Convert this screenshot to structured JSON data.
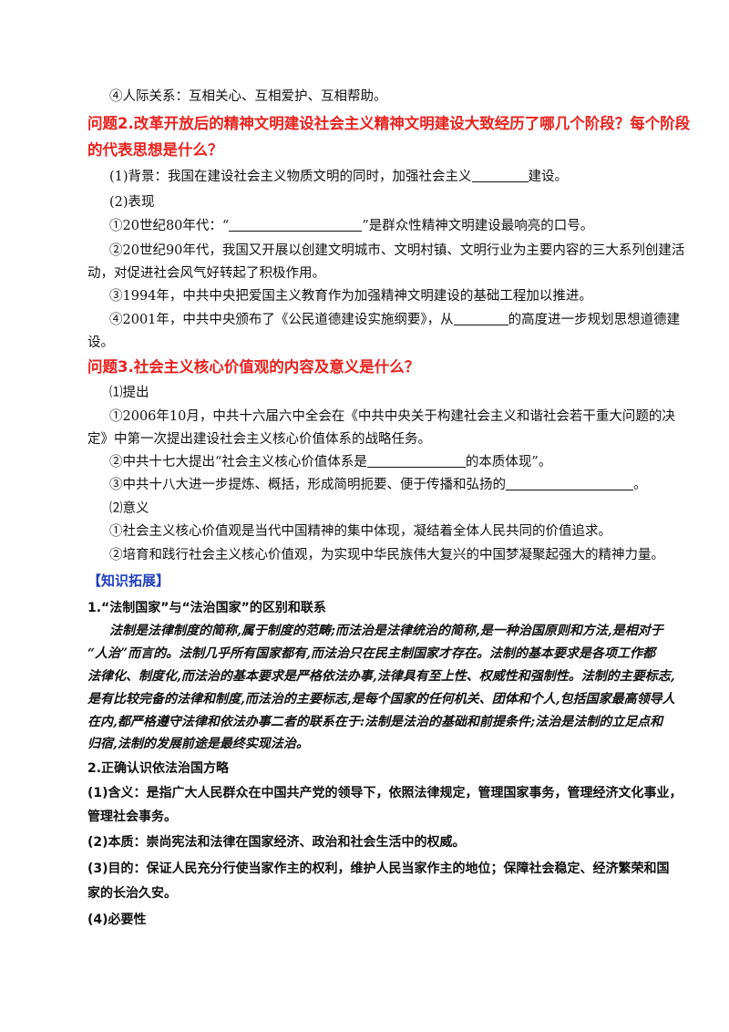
{
  "l1": "④人际关系：互相关心、互相爱护、互相帮助。",
  "q2a": "问题2.改革开放后的精神文明建设社会主义精神文明建设大致经历了哪几个阶段？每个阶段",
  "q2b": "的代表思想是什么？",
  "bg_a": "(1)背景：我国在建设社会主义物质文明的同时，加强社会主义",
  "bg_b": "建设。",
  "bx": "(2)表现",
  "s80_a": "①20世纪80年代：“",
  "s80_b": "”是群众性精神文明建设最响亮的口号。",
  "s90a": "②20世纪90年代，我国又开展以创建文明城市、文明村镇、文明行业为主要内容的三大系列创建活",
  "s90b": "动，对促进社会风气好转起了积极作用。",
  "s94": "③1994年，中共中央把爱国主义教育作为加强精神文明建设的基础工程加以推进。",
  "s01_a": "④2001年，中共中央颁布了《公民道德建设实施纲要》，从",
  "s01_b": "的高度进一步规划思想道德建",
  "s01c": "设。",
  "q3": "问题3.社会主义核心价值观的内容及意义是什么？",
  "tc": "⑴提出",
  "t06a": "①2006年10月，中共十六届六中全会在《中共中央关于构建社会主义和谐社会若干重大问题的决",
  "t06b": "定》中第一次提出建设社会主义核心价值体系的战略任务。",
  "t17_a": "②中共十七大提出“社会主义核心价值体系是",
  "t17_b": "的本质体现”。",
  "t18_a": "③中共十八大进一步提炼、概括，形成简明扼要、便于传播和弘扬的",
  "t18_b": "。",
  "yy": "⑵意义",
  "yy1": "①社会主义核心价值观是当代中国精神的集中体现，凝结着全体人民共同的价值追求。",
  "yy2": "②培育和践行社会主义核心价值观，为实现中华民族伟大复兴的中国梦凝聚起强大的精神力量。",
  "ext": "【知识拓展】",
  "e1": "1.“法制国家”与“法治国家”的区别和联系",
  "p1": "法制是法律制度的简称,属于制度的范畴;而法治是法律统治的简称,是一种治国原则和方法,是相对于",
  "p2": "“人治”而言的。法制几乎所有国家都有,而法治只在民主制国家才存在。法制的基本要求是各项工作都",
  "p3": "法律化、制度化,而法治的基本要求是严格依法办事,法律具有至上性、权威性和强制性。法制的主要标志,",
  "p4": "是有比较完备的法律和制度,而法治的主要标志,是每个国家的任何机关、团体和个人,包括国家最高领导人",
  "p5": "在内,都严格遵守法律和依法办事二者的联系在于:法制是法治的基础和前提条件;法治是法制的立足点和",
  "p6": "归宿,法制的发展前途是最终实现法治。",
  "e2": "2.正确认识依法治国方略",
  "h1a": "(1)含义：是指广大人民群众在中国共产党的领导下，依照法律规定，管理国家事务，管理经济文化事业，",
  "h1b": "管理社会事务。",
  "h2": "(2)本质：崇尚宪法和法律在国家经济、政治和社会生活中的权威。",
  "h3a": "(3)目的：保证人民充分行使当家作主的权利，维护人民当家作主的地位；保障社会稳定、经济繁荣和国",
  "h3b": "家的长治久安。",
  "h4": "(4)必要性"
}
